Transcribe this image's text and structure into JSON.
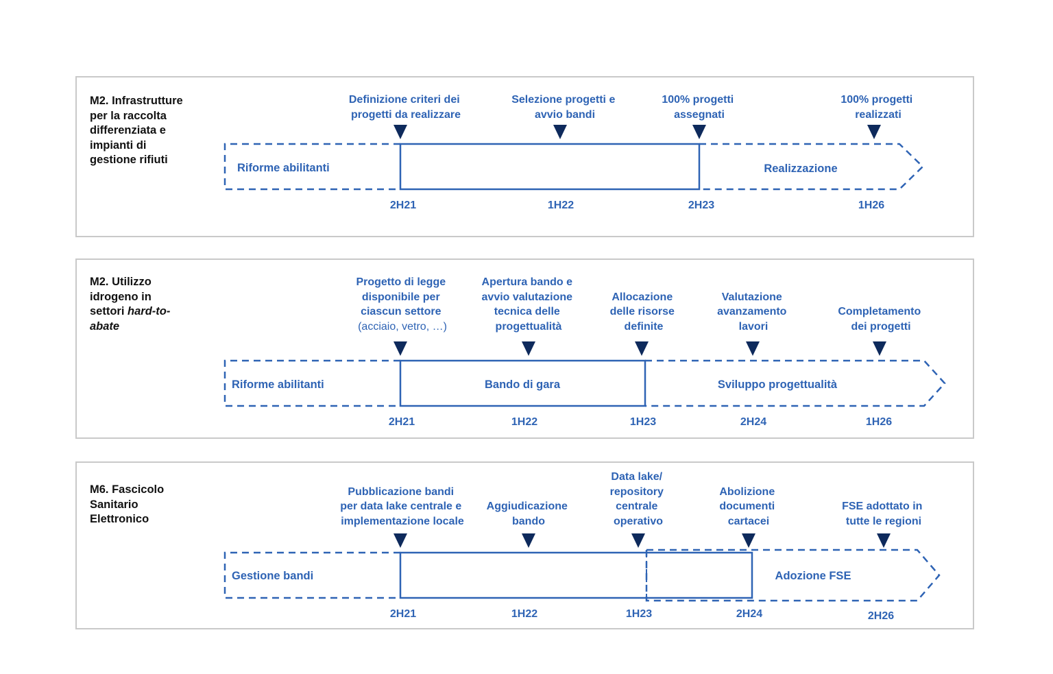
{
  "colors": {
    "accent": "#2e63b4",
    "marker": "#0e2a5c",
    "border": "#c9c9c9",
    "title": "#111111"
  },
  "panels": [
    {
      "title_lines": [
        {
          "text": "M2. Infrastrutture"
        },
        {
          "text": "per la raccolta"
        },
        {
          "text": "differenziata e"
        },
        {
          "text": "impianti di"
        },
        {
          "text": "gestione rifiuti"
        }
      ],
      "phases": [
        {
          "label": "Riforme abilitanti",
          "style": "dashed"
        },
        {
          "label": "",
          "style": "solid"
        },
        {
          "label": "Realizzazione",
          "style": "dashed-arrow"
        }
      ],
      "milestones": [
        {
          "lines": [
            "Definizione criteri dei",
            "progetti da realizzare"
          ]
        },
        {
          "lines": [
            "Selezione progetti e",
            "avvio bandi"
          ]
        },
        {
          "lines": [
            "100% progetti",
            "assegnati"
          ]
        },
        {
          "lines": [
            "100% progetti",
            "realizzati"
          ]
        }
      ],
      "periods": [
        "2H21",
        "1H22",
        "2H23",
        "1H26"
      ]
    },
    {
      "title_lines": [
        {
          "text": "M2. Utilizzo"
        },
        {
          "text": "idrogeno in"
        },
        {
          "text": "settori ",
          "italic": "hard-to-"
        },
        {
          "text": "",
          "italic": "abate"
        }
      ],
      "phases": [
        {
          "label": "Riforme abilitanti",
          "style": "dashed"
        },
        {
          "label": "Bando di gara",
          "style": "solid"
        },
        {
          "label": "Sviluppo progettualità",
          "style": "dashed-arrow"
        }
      ],
      "milestones": [
        {
          "lines": [
            "Progetto di legge",
            "disponibile per",
            "ciascun settore"
          ],
          "note": "(acciaio, vetro, …)"
        },
        {
          "lines": [
            "Apertura bando e",
            "avvio valutazione",
            "tecnica delle",
            "progettualità"
          ]
        },
        {
          "lines": [
            "Allocazione",
            "delle risorse",
            "definite"
          ]
        },
        {
          "lines": [
            "Valutazione",
            "avanzamento",
            "lavori"
          ]
        },
        {
          "lines": [
            "Completamento",
            "dei progetti"
          ]
        }
      ],
      "periods": [
        "2H21",
        "1H22",
        "1H23",
        "2H24",
        "1H26"
      ]
    },
    {
      "title_lines": [
        {
          "text": "M6. Fascicolo"
        },
        {
          "text": "Sanitario"
        },
        {
          "text": "Elettronico"
        }
      ],
      "phases": [
        {
          "label": "Gestione bandi",
          "style": "dashed"
        },
        {
          "label": "",
          "style": "solid"
        },
        {
          "label": "Adozione FSE",
          "style": "dashed-arrow"
        }
      ],
      "milestones": [
        {
          "lines": [
            "Pubblicazione bandi",
            "per data lake centrale e",
            "implementazione locale"
          ]
        },
        {
          "lines": [
            "Aggiudicazione",
            "bando"
          ]
        },
        {
          "lines": [
            "Data lake/",
            "repository",
            "centrale",
            "operativo"
          ]
        },
        {
          "lines": [
            "Abolizione",
            "documenti",
            "cartacei"
          ]
        },
        {
          "lines": [
            "FSE adottato in",
            "tutte le regioni"
          ]
        }
      ],
      "periods": [
        "2H21",
        "1H22",
        "1H23",
        "2H24",
        "2H26"
      ]
    }
  ]
}
